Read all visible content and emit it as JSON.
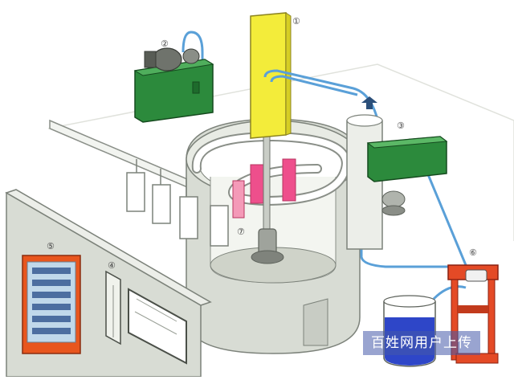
{
  "labels": {
    "n1": "①",
    "n2": "②",
    "n3": "③",
    "n4": "④",
    "n5": "⑤",
    "n6": "⑥",
    "n7": "⑦"
  },
  "watermark": "百姓网用户上传",
  "colors": {
    "yellow_column": "#f3ec3a",
    "green_unit": "#2c8a3c",
    "orange_cabinet": "#e8561e",
    "red_stand": "#e44a26",
    "blue_liquid": "#2e46c8",
    "pipe_blue": "#5aa0d8",
    "pink_panel": "#ee4f8c",
    "wall_gray": "#d8dcd4"
  }
}
